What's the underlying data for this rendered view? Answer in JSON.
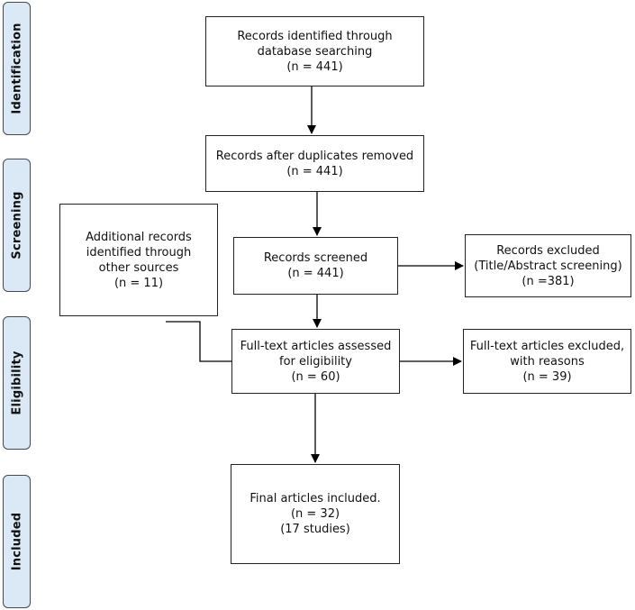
{
  "phases": {
    "identification": "Identification",
    "screening": "Screening",
    "eligibility": "Eligibility",
    "included": "Included"
  },
  "boxes": {
    "identified": {
      "line1": "Records identified through",
      "line2": "database searching",
      "count": "(n = 441)"
    },
    "duplicates_removed": {
      "line1": "Records after duplicates removed",
      "count": "(n = 441)"
    },
    "additional": {
      "line1": "Additional records",
      "line2": "identified through",
      "line3": "other sources",
      "count": "(n = 11)"
    },
    "screened": {
      "line1": "Records screened",
      "count": "(n = 441)"
    },
    "excluded": {
      "line1": "Records excluded",
      "line2": "(Title/Abstract screening)",
      "count": "(n =381)"
    },
    "fulltext_assessed": {
      "line1": "Full-text articles assessed",
      "line2": "for eligibility",
      "count": "(n = 60)"
    },
    "fulltext_excluded": {
      "line1": "Full-text articles excluded,",
      "line2": "with reasons",
      "count": "(n = 39)"
    },
    "included": {
      "line1": "Final articles included.",
      "line2": "(n = 32)",
      "line3": "(17 studies)"
    }
  }
}
